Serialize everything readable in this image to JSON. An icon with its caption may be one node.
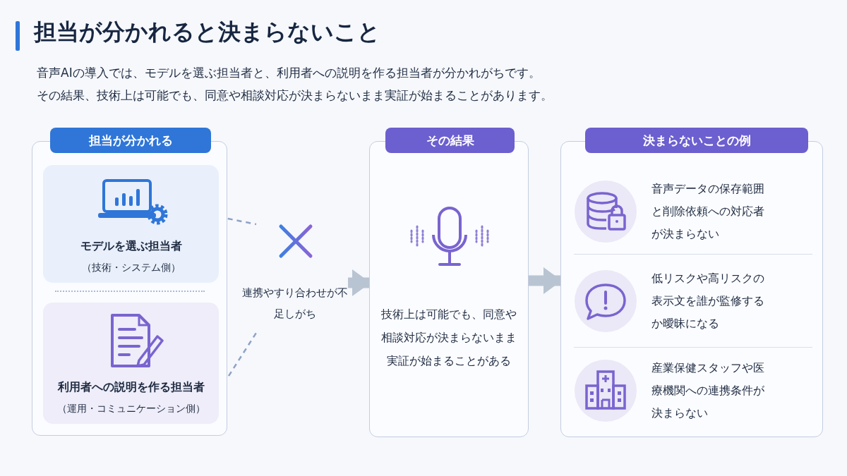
{
  "diagram": {
    "title": "担当が分かれると決まらないこと",
    "nodes": [
      {
        "text": [
          "担当が分かれる"
        ]
      },
      {
        "text": [
          "モデルを選ぶ担当者",
          "（技術・システム側）"
        ],
        "in": 0
      },
      {
        "text": [
          "利用者への説明を作る担当者",
          "（運用・コミュニケーション側）"
        ],
        "in": 0
      },
      {
        "text": [
          "連携やすり合わせが不足しがち"
        ]
      },
      {
        "text": [
          "その結果",
          "技術上は可能でも、同意や相談対応が決まらないまま実証が始まることがある"
        ]
      },
      {
        "text": [
          "決まらないことの例"
        ]
      },
      {
        "text": [
          "音声データの保存範囲と削除依頼への対応者が決まらない"
        ],
        "in": 5
      },
      {
        "text": [
          "低リスクや高リスクの表示文を誰が監修するか曖昧になる"
        ],
        "in": 5
      },
      {
        "text": [
          "産業保健スタッフや医療機関への連携条件が決まらない"
        ],
        "in": 5
      }
    ],
    "edges": [
      {
        "from": 1,
        "to": 3,
        "arrow": "none",
        "style": "dashed"
      },
      {
        "from": 2,
        "to": 3,
        "arrow": "none",
        "style": "dashed"
      },
      {
        "from": 3,
        "to": 4,
        "arrow": "to",
        "style": "thick"
      },
      {
        "from": 4,
        "to": 5,
        "arrow": "to",
        "style": "thick"
      }
    ],
    "labels": [
      "音声AIの導入では、モデルを選ぶ担当者と、利用者への説明を作る担当者が分かれがちです。",
      "その結果、技術上は可能でも、同意や相談対応が決まらないまま実証が始まることがあります。"
    ]
  }
}
